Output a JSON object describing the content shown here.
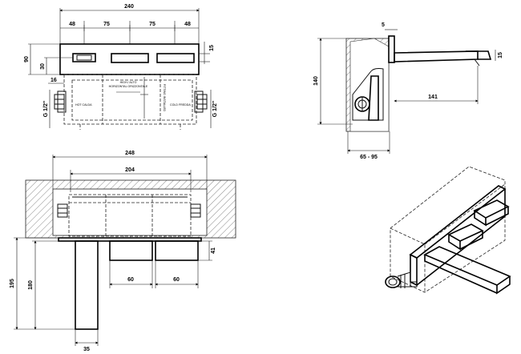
{
  "dims": {
    "d240": "240",
    "d48a": "48",
    "d75a": "75",
    "d75b": "75",
    "d48b": "48",
    "d90": "90",
    "d30": "30",
    "d15": "15",
    "d16": "16",
    "thread_left": "G 1/2\"",
    "thread_right": "G 1/2\"",
    "d248": "248",
    "d204": "204",
    "d195": "195",
    "d180": "180",
    "d41": "41",
    "d60a": "60",
    "d60b": "60",
    "d35": "35",
    "d5": "5",
    "d140": "140",
    "d141": "141",
    "d15b": "15",
    "d65_95": "65 - 95"
  },
  "notes": {
    "hot": "HOT CALDA",
    "cold": "COLD FREDDA",
    "high_alto": "HIGH / ALTO",
    "horizontal": "HORIZONTAL ORIZZONTALE",
    "side_note": "FITTING INSTALLED"
  }
}
